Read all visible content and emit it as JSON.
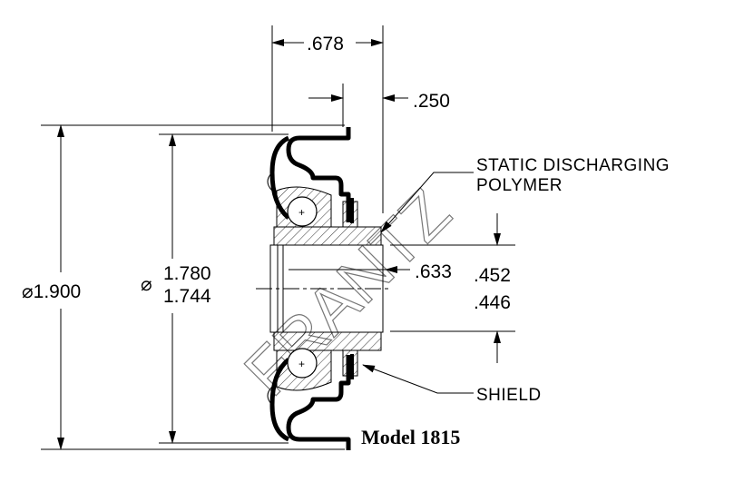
{
  "dimensions": {
    "width_overall": ".678",
    "hub_offset": ".250",
    "outer_diameter": "⌀1.900",
    "tread_diameter_max": "1.780",
    "tread_diameter_min": "1.744",
    "diameter_symbol": "⌀",
    "hub_length": ".633",
    "bore_max": ".452",
    "bore_min": ".446"
  },
  "callouts": {
    "static_line1": "STATIC DISCHARGING",
    "static_line2": "POLYMER",
    "shield": "SHIELD"
  },
  "model_label": "Model 1815",
  "watermark": "FRANTZ"
}
